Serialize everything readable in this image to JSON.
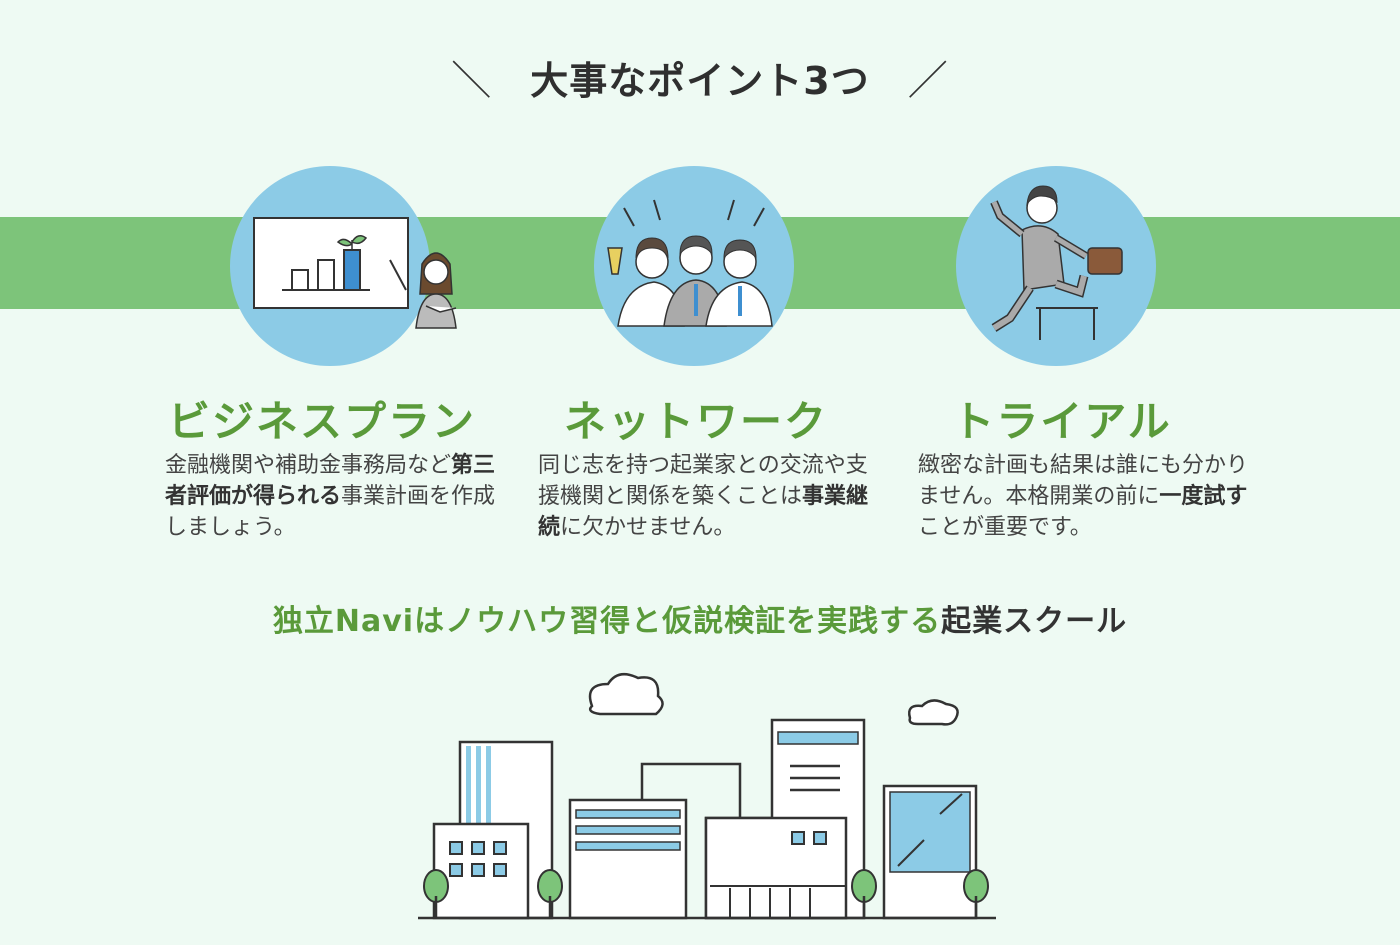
{
  "heading": {
    "left_slash": "＼",
    "title": "大事なポイント3つ",
    "right_slash": "／"
  },
  "cards": [
    {
      "title": "ビジネスプラン",
      "desc_pre": "金融機関や補助金事務局など",
      "desc_bold": "第三者評価が得られる",
      "desc_post": "事業計画を作成しましょう。"
    },
    {
      "title": "ネットワーク",
      "desc_pre": "同じ志を持つ起業家との交流や支援機関と関係を築くことは",
      "desc_bold": "事業継続",
      "desc_post": "に欠かせません。"
    },
    {
      "title": "トライアル",
      "desc_pre": "緻密な計画も結果は誰にも分かりません。本格開業の前に",
      "desc_bold": "一度試す",
      "desc_post": "ことが重要です。"
    }
  ],
  "tagline": {
    "green": "独立Naviはノウハウ習得と仮説検証を実践する",
    "dark": "起業スクール"
  },
  "colors": {
    "background": "#eefaf3",
    "band": "#7dc47a",
    "circle": "#8ccbe6",
    "accent_green": "#5a9a3a"
  }
}
